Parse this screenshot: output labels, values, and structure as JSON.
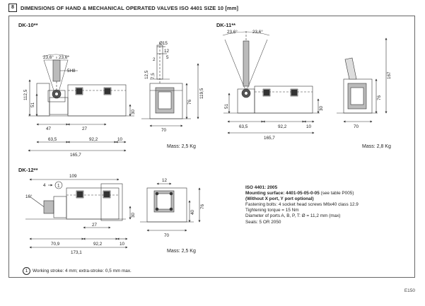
{
  "header": {
    "section_number": "8",
    "title": "DIMENSIONS OF HAND & MECHANICAL OPERATED VALVES ISO 4401 SIZE 10 [mm]"
  },
  "views": {
    "dk10": {
      "label": "DK-10**",
      "mass": "Mass: 2,5 Kg",
      "dims": {
        "angle_left": "23,6°",
        "angle_right": "23,6°",
        "fit": "5H8",
        "height_total": "112,5",
        "h51": "51",
        "w47": "47",
        "w27": "27",
        "w63_5": "63,5",
        "w92_2": "92,2",
        "w10": "10",
        "w165_7": "165,7",
        "h30": "30"
      },
      "side": {
        "d15": "Ø15",
        "d12": "12",
        "d5": "5",
        "d2": "2",
        "d12_5": "12,5",
        "d7_5": "7,5",
        "h119_5": "119,5",
        "h76": "76",
        "w70": "70"
      }
    },
    "dk11": {
      "label": "DK-11**",
      "mass": "Mass: 2,8 Kg",
      "dims": {
        "angle_left": "23,6°",
        "angle_right": "23,6°",
        "h51": "51",
        "w63_5": "63,5",
        "w92_2": "92,2",
        "w10": "10",
        "w165_7": "165,7",
        "h30": "30"
      },
      "side": {
        "h167": "167",
        "h76": "76",
        "w70": "70"
      }
    },
    "dk12": {
      "label": "DK-12**",
      "mass": "Mass: 2,5 Kg",
      "dims": {
        "w109": "109",
        "d4": "4",
        "callout": "1",
        "angle16": "16°",
        "w27": "27",
        "w70_9": "70,9",
        "w92_2": "92,2",
        "w10": "10",
        "w173_1": "173,1",
        "h30": "30"
      },
      "side": {
        "d12": "12",
        "h76": "76",
        "h40": "40",
        "w70": "70"
      }
    }
  },
  "specs": {
    "standard": "ISO 4401: 2005",
    "mounting_bold": "Mounting surface: 4401-05-05-0-05",
    "mounting_ref": " (see table P005)",
    "ports_note": "(Without X port, Y port optional)",
    "bolts": "Fastening bolts: 4 socket head screws M6x40 class 12.9",
    "torque": "Tightening torque = 15 Nm",
    "diameter": "Diameter of ports A, B, P, T: Ø = 11,2 mm (max)",
    "seals": "Seals: 5 OR 2050"
  },
  "footnote": {
    "marker": "1",
    "text": "Working stroke: 4 mm; extra-stroke: 0,5 mm max."
  },
  "page_number": "E150"
}
